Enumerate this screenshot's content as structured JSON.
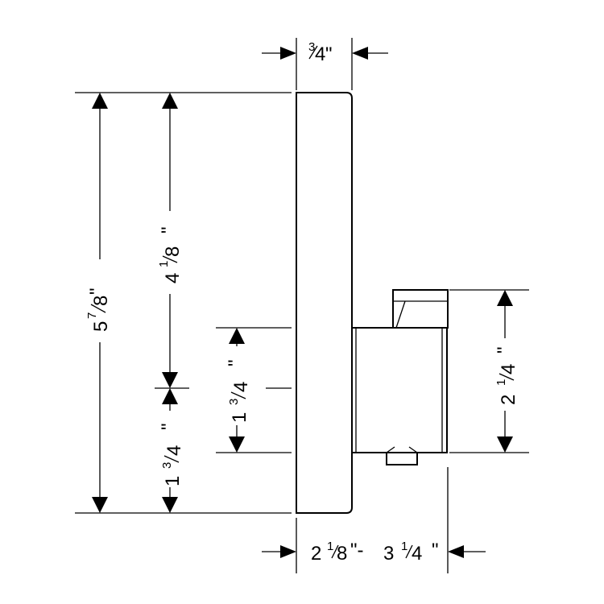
{
  "diagram": {
    "dimensions": {
      "depth_plate": {
        "whole": "",
        "num": "3",
        "den": "4",
        "suffix": "\""
      },
      "overall_height": {
        "whole": "5",
        "num": "7",
        "den": "8",
        "suffix": "\""
      },
      "upper_height": {
        "whole": "4",
        "num": "1",
        "den": "8",
        "suffix": "\""
      },
      "lower_height": {
        "whole": "1",
        "num": "3",
        "den": "4",
        "suffix": "\""
      },
      "valve_height": {
        "whole": "1",
        "num": "3",
        "den": "4",
        "suffix": "\""
      },
      "body_height": {
        "whole": "2",
        "num": "1",
        "den": "4",
        "suffix": "\""
      },
      "depth_range": {
        "a_whole": "2",
        "a_num": "1",
        "a_den": "8",
        "sep": "\"- ",
        "b_whole": "3",
        "b_num": "1",
        "b_den": "4",
        "suffix": "\""
      }
    }
  }
}
